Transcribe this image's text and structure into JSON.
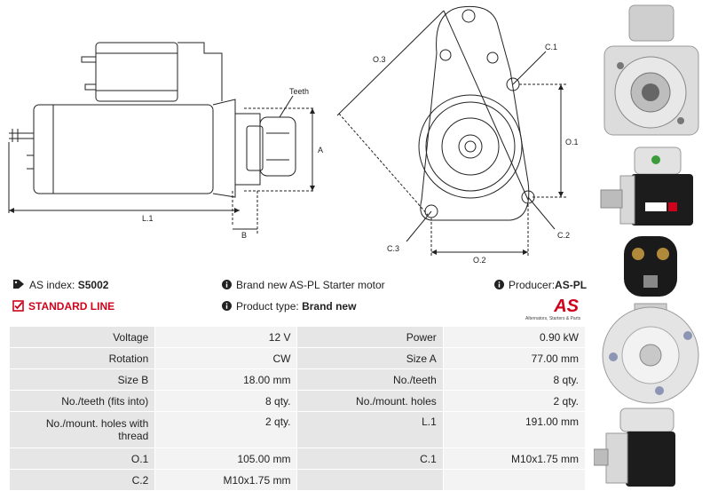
{
  "drawing": {
    "labels": {
      "teeth": "Teeth",
      "a": "A",
      "b": "B",
      "l1": "L.1",
      "o3": "O.3",
      "o1": "O.1",
      "o2": "O.2",
      "c1": "C.1",
      "c2": "C.2",
      "c3": "C.3"
    }
  },
  "info": {
    "as_index_label": "AS index:",
    "as_index_value": "S5002",
    "description": "Brand new AS-PL Starter motor",
    "producer_label": "Producer:",
    "producer_value": "AS-PL",
    "standard_line": "STANDARD LINE",
    "product_type_label": "Product type:",
    "product_type_value": "Brand new"
  },
  "logo": {
    "text": "AS",
    "tagline": "Alternators, Starters & Parts"
  },
  "specs": [
    {
      "k1": "Voltage",
      "v1": "12 V",
      "k2": "Power",
      "v2": "0.90 kW"
    },
    {
      "k1": "Rotation",
      "v1": "CW",
      "k2": "Size A",
      "v2": "77.00 mm"
    },
    {
      "k1": "Size B",
      "v1": "18.00 mm",
      "k2": "No./teeth",
      "v2": "8 qty."
    },
    {
      "k1": "No./teeth (fits into)",
      "v1": "8 qty.",
      "k2": "No./mount. holes",
      "v2": "2 qty."
    },
    {
      "k1": "No./mount. holes with thread",
      "v1": "2 qty.",
      "k2": "L.1",
      "v2": "191.00 mm"
    },
    {
      "k1": "O.1",
      "v1": "105.00 mm",
      "k2": "C.1",
      "v2": "M10x1.75 mm"
    },
    {
      "k1": "C.2",
      "v1": "M10x1.75 mm",
      "k2": "",
      "v2": ""
    }
  ],
  "colors": {
    "accent": "#d0021b",
    "key_cell": "#e6e6e6",
    "value_cell": "#f3f3f3"
  }
}
